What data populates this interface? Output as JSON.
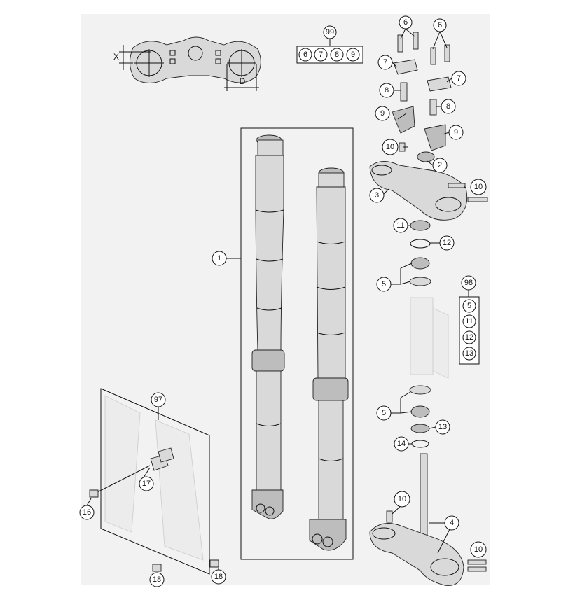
{
  "dimension_labels": {
    "x": "X",
    "d": "D"
  },
  "callouts": {
    "c1": "1",
    "c2": "2",
    "c3": "3",
    "c4": "4",
    "c5a": "5",
    "c5b": "5",
    "c6a": "6",
    "c6b": "6",
    "c7a": "7",
    "c7b": "7",
    "c8a": "8",
    "c8b": "8",
    "c9a": "9",
    "c9b": "9",
    "c10a": "10",
    "c10b": "10",
    "c10c": "10",
    "c10d": "10",
    "c11": "11",
    "c12": "12",
    "c13": "13",
    "c14": "14",
    "c16": "16",
    "c17": "17",
    "c18a": "18",
    "c18b": "18",
    "c97": "97",
    "c98": "98",
    "c99": "99"
  },
  "kits": {
    "k99": {
      "label": "99",
      "items": [
        "6",
        "7",
        "8",
        "9"
      ]
    },
    "k98": {
      "label": "98",
      "items": [
        "5",
        "11",
        "12",
        "13"
      ]
    }
  }
}
